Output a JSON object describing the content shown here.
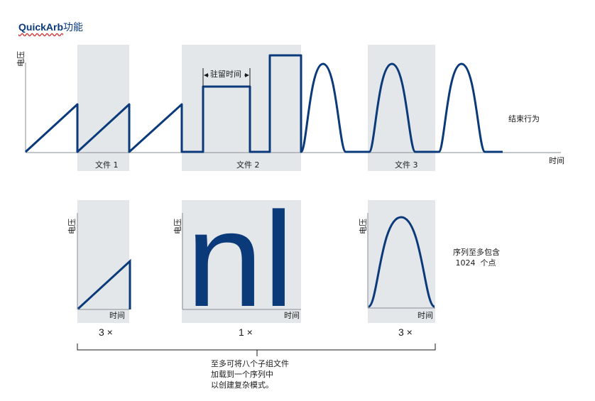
{
  "title": {
    "brand": "QuickArb",
    "suffix": "功能"
  },
  "top": {
    "ylabel": "电压",
    "xlabel": "时间",
    "dwell_label": "驻留时间",
    "end_behavior": "结束行为",
    "files": [
      "文件  1",
      "文件  2",
      "文件  3"
    ]
  },
  "sub": [
    {
      "ylabel": "电压",
      "xlabel": "时间",
      "count": "3  ×"
    },
    {
      "ylabel": "电压",
      "xlabel": "时间",
      "count": "1  ×",
      "glyph": "nl"
    },
    {
      "ylabel": "电压",
      "xlabel": "时间",
      "count": "3  ×"
    }
  ],
  "sequence_note": [
    "序列至多包含",
    " 1024  个点"
  ],
  "bottom_note": [
    "至多可将八个子组文件",
    "加载到一个序列中",
    "以创建复杂模式。"
  ],
  "colors": {
    "wave": "#0a3a7a",
    "shade": "#e4e7ea",
    "axis": "#8a8f96"
  }
}
